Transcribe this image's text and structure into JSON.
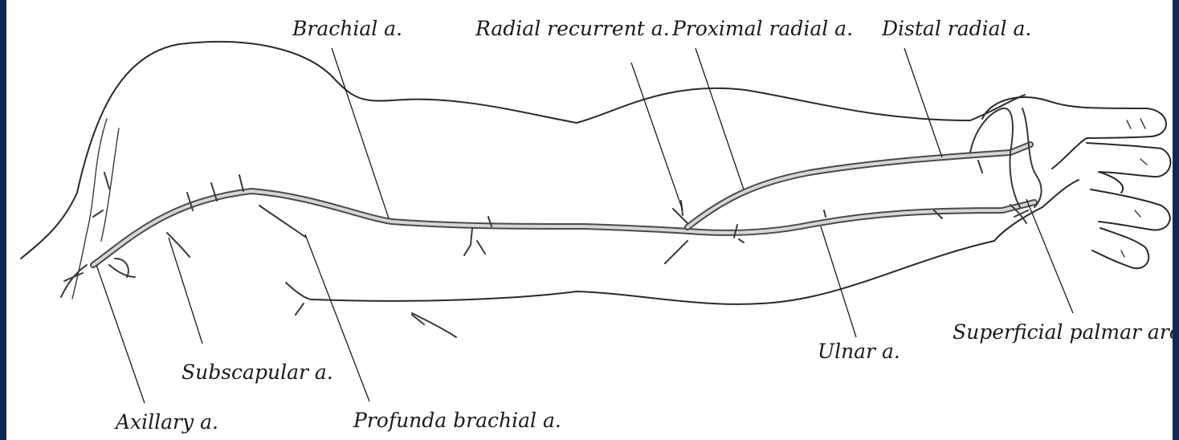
{
  "colors": {
    "frame_border": "#0b2a55",
    "background": "#ffffff",
    "ink": "#1a1a1a"
  },
  "labels": {
    "brachial": "Brachial a.",
    "radial_recurrent": "Radial recurrent a.",
    "proximal_radial": "Proximal radial a.",
    "distal_radial": "Distal radial a.",
    "superficial_palmar_arch": "Superficial palmar arch",
    "ulnar": "Ulnar a.",
    "subscapular": "Subscapular a.",
    "axillary": "Axillary a.",
    "profunda_brachial": "Profunda brachial a."
  }
}
